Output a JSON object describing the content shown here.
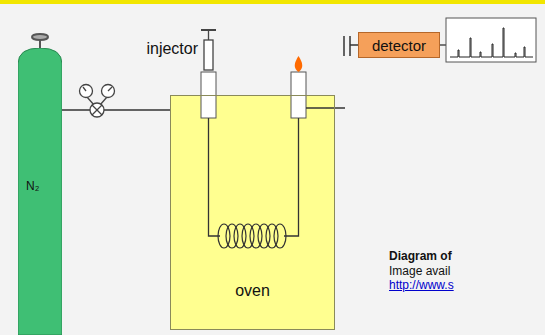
{
  "diagram": {
    "caption": "Diagram of",
    "nodes": [
      {
        "text": [
          "N₂"
        ]
      },
      {
        "text": [
          "oven"
        ]
      },
      {
        "text": [
          "detector"
        ]
      }
    ],
    "edges": [
      {
        "from": 0,
        "to": 1,
        "arrow": "none"
      }
    ],
    "labels": [
      "injector",
      "Image avail",
      "http://www.s"
    ]
  }
}
